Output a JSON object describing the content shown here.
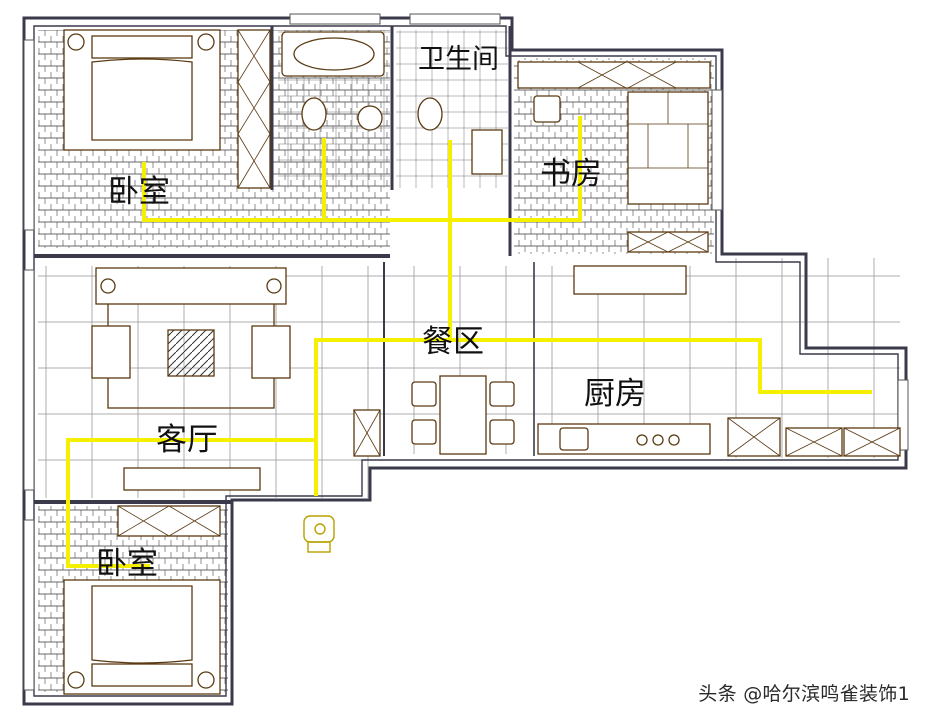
{
  "rooms": {
    "bedroom_top": "卧室",
    "bathroom": "卫生间",
    "study": "书房",
    "dining": "餐区",
    "living": "客厅",
    "kitchen": "厨房",
    "bedroom_bottom": "卧室"
  },
  "watermark": "头条 @哈尔滨鸣雀装饰1",
  "colors": {
    "wall": "#3a3a4a",
    "furniture": "#5a3a12",
    "routing_line": "#f4f000",
    "fixture": "#b8a000",
    "grid": "#8a8a8a"
  }
}
